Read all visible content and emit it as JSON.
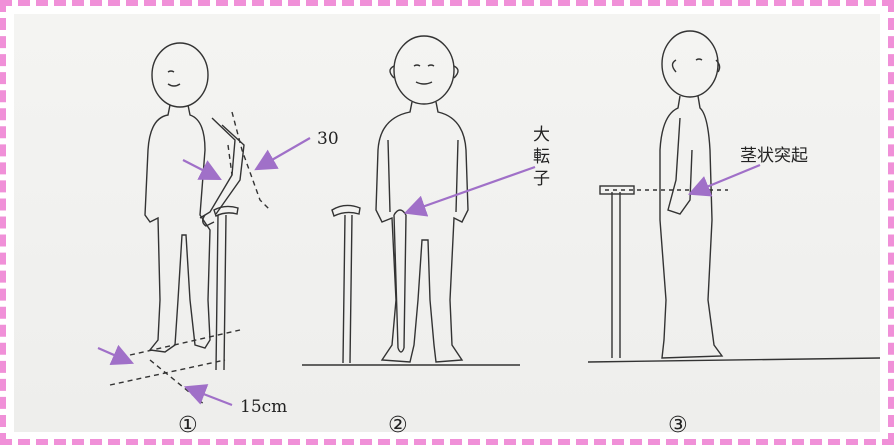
{
  "figures": [
    {
      "number": "①",
      "annotations": {
        "angle": "30",
        "distance": "15cm"
      }
    },
    {
      "number": "②",
      "annotations": {
        "landmark": "大\n転\n子"
      }
    },
    {
      "number": "③",
      "annotations": {
        "landmark": "茎状突起"
      }
    }
  ],
  "colors": {
    "arrow": "#a070c8",
    "frame": "#f090d8",
    "line": "#333333"
  }
}
